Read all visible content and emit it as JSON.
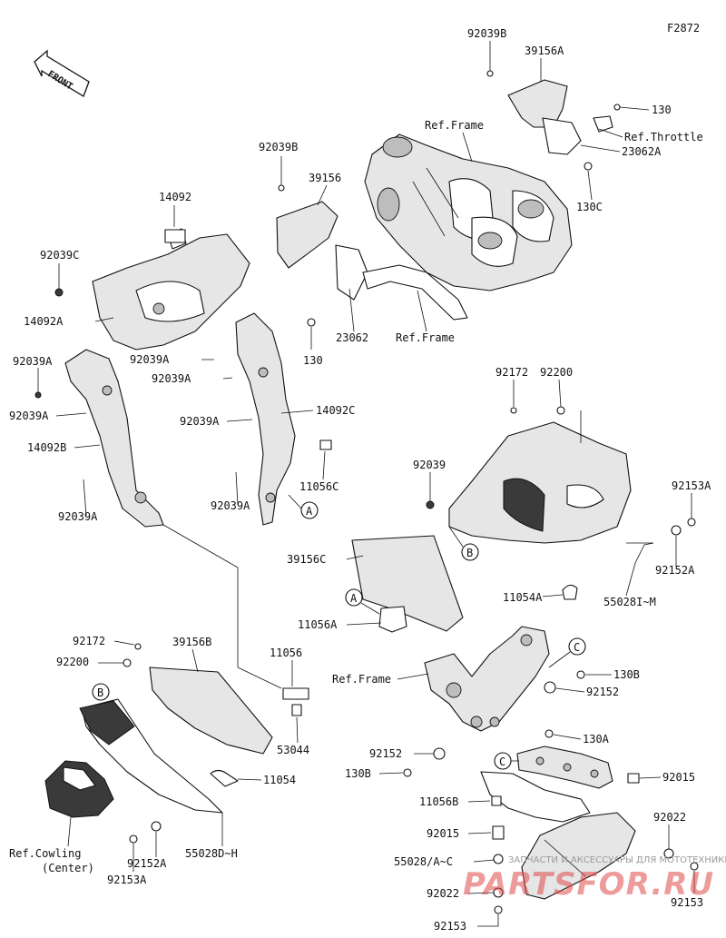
{
  "diagram_code": "F2872",
  "front_label": "FRONT",
  "callouts": {
    "c92039B_top": "92039B",
    "c39156A": "39156A",
    "c130_top": "130",
    "c_ref_frame_top": "Ref.Frame",
    "c_ref_throttle": "Ref.Throttle",
    "c23062A": "23062A",
    "c130C": "130C",
    "c92039B_mid": "92039B",
    "c39156": "39156",
    "c14092": "14092",
    "c92039C": "92039C",
    "c14092A": "14092A",
    "c130_mid": "130",
    "c23062": "23062",
    "c_ref_frame_mid": "Ref.Frame",
    "c92039A_1": "92039A",
    "c92039A_2": "92039A",
    "c92039A_3": "92039A",
    "c92039A_4": "92039A",
    "c92039A_5": "92039A",
    "c92039A_6": "92039A",
    "c92039A_7": "92039A",
    "c14092B": "14092B",
    "c14092C": "14092C",
    "c11056C": "11056C",
    "c92172_r": "92172",
    "c92200_r": "92200",
    "c92039": "92039",
    "c92153A_r": "92153A",
    "c92152A_r": "92152A",
    "c39156C": "39156C",
    "c11054A": "11054A",
    "c55028": "55028I~M",
    "c11056A": "11056A",
    "c92172_l": "92172",
    "c92200_l": "92200",
    "c39156B": "39156B",
    "c11056": "11056",
    "c53044": "53044",
    "c11054": "11054",
    "c55028D": "55028D~H",
    "c92152A_l": "92152A",
    "c92153A_l": "92153A",
    "c_ref_cowling": "Ref.Cowling",
    "c_center": "(Center)",
    "c_ref_frame_low": "Ref.Frame",
    "c130B_r": "130B",
    "c92152_r": "92152",
    "c130A": "130A",
    "c92152_l": "92152",
    "c130B_l": "130B",
    "c92015_r": "92015",
    "c11056B": "11056B",
    "c92015_l": "92015",
    "c92022_r": "92022",
    "c55028AC": "55028/A~C",
    "c92022_l": "92022",
    "c92153_r": "92153",
    "c92153_b": "92153"
  },
  "markers": {
    "A": "A",
    "B": "B",
    "C": "C"
  },
  "watermark": {
    "small": "ЗАПЧАСТИ И АКСЕССУАРЫ ДЛЯ МОТОТЕХНИКИ",
    "brand": "PARTSFOR.RU"
  }
}
